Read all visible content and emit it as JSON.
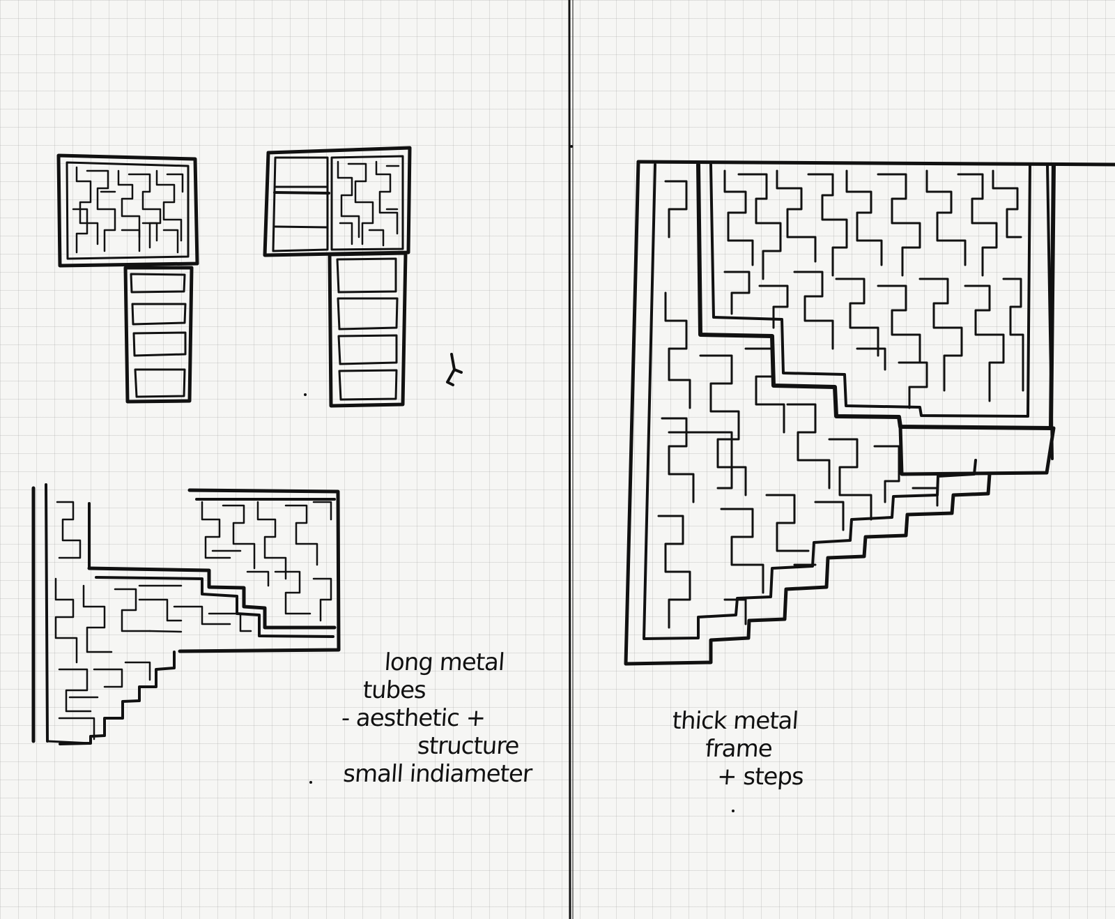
{
  "notes": {
    "left": {
      "line1": "long metal",
      "line2": "tubes",
      "line3": "- aesthetic +",
      "line4": "structure",
      "line5": "small indiameter"
    },
    "right": {
      "line1": "thick metal",
      "line2": "frame",
      "line3": "+ steps"
    }
  },
  "colors": {
    "ink": "#111111",
    "paper": "#f6f6f4",
    "grid": "#a0a0a0"
  }
}
